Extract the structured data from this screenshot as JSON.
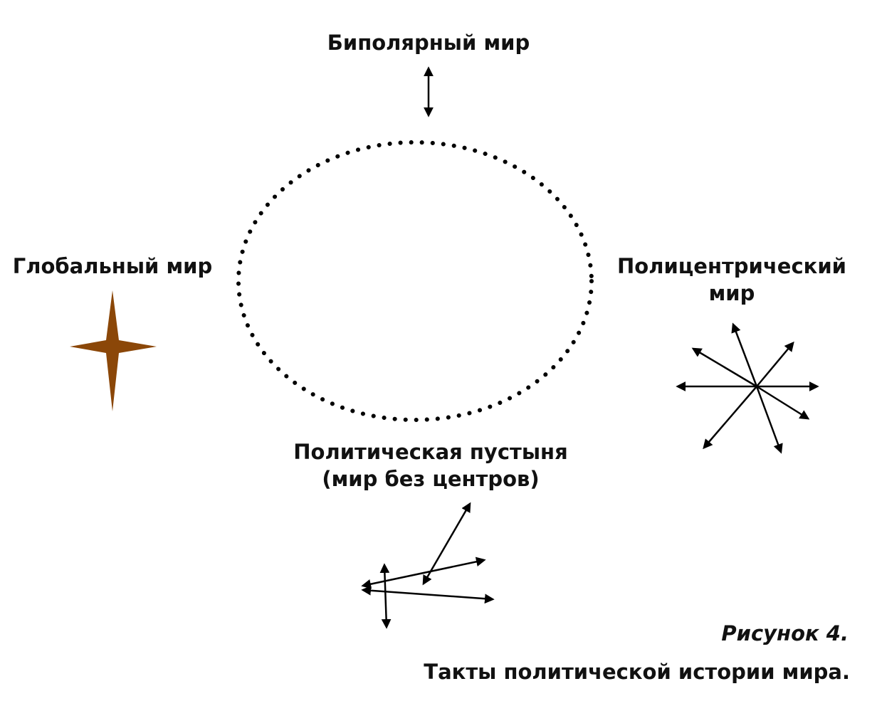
{
  "labels": {
    "bipolar": "Биполярный мир",
    "global": "Глобальный мир",
    "polycentric_1": "Полицентрический",
    "polycentric_2": "мир",
    "desert_1": "Политическая пустыня",
    "desert_2": "(мир без центров)"
  },
  "caption": {
    "figure": "Рисунок 4.",
    "title": "Такты политической истории мира."
  },
  "colors": {
    "star": "#8B4708",
    "ink": "#000000"
  }
}
